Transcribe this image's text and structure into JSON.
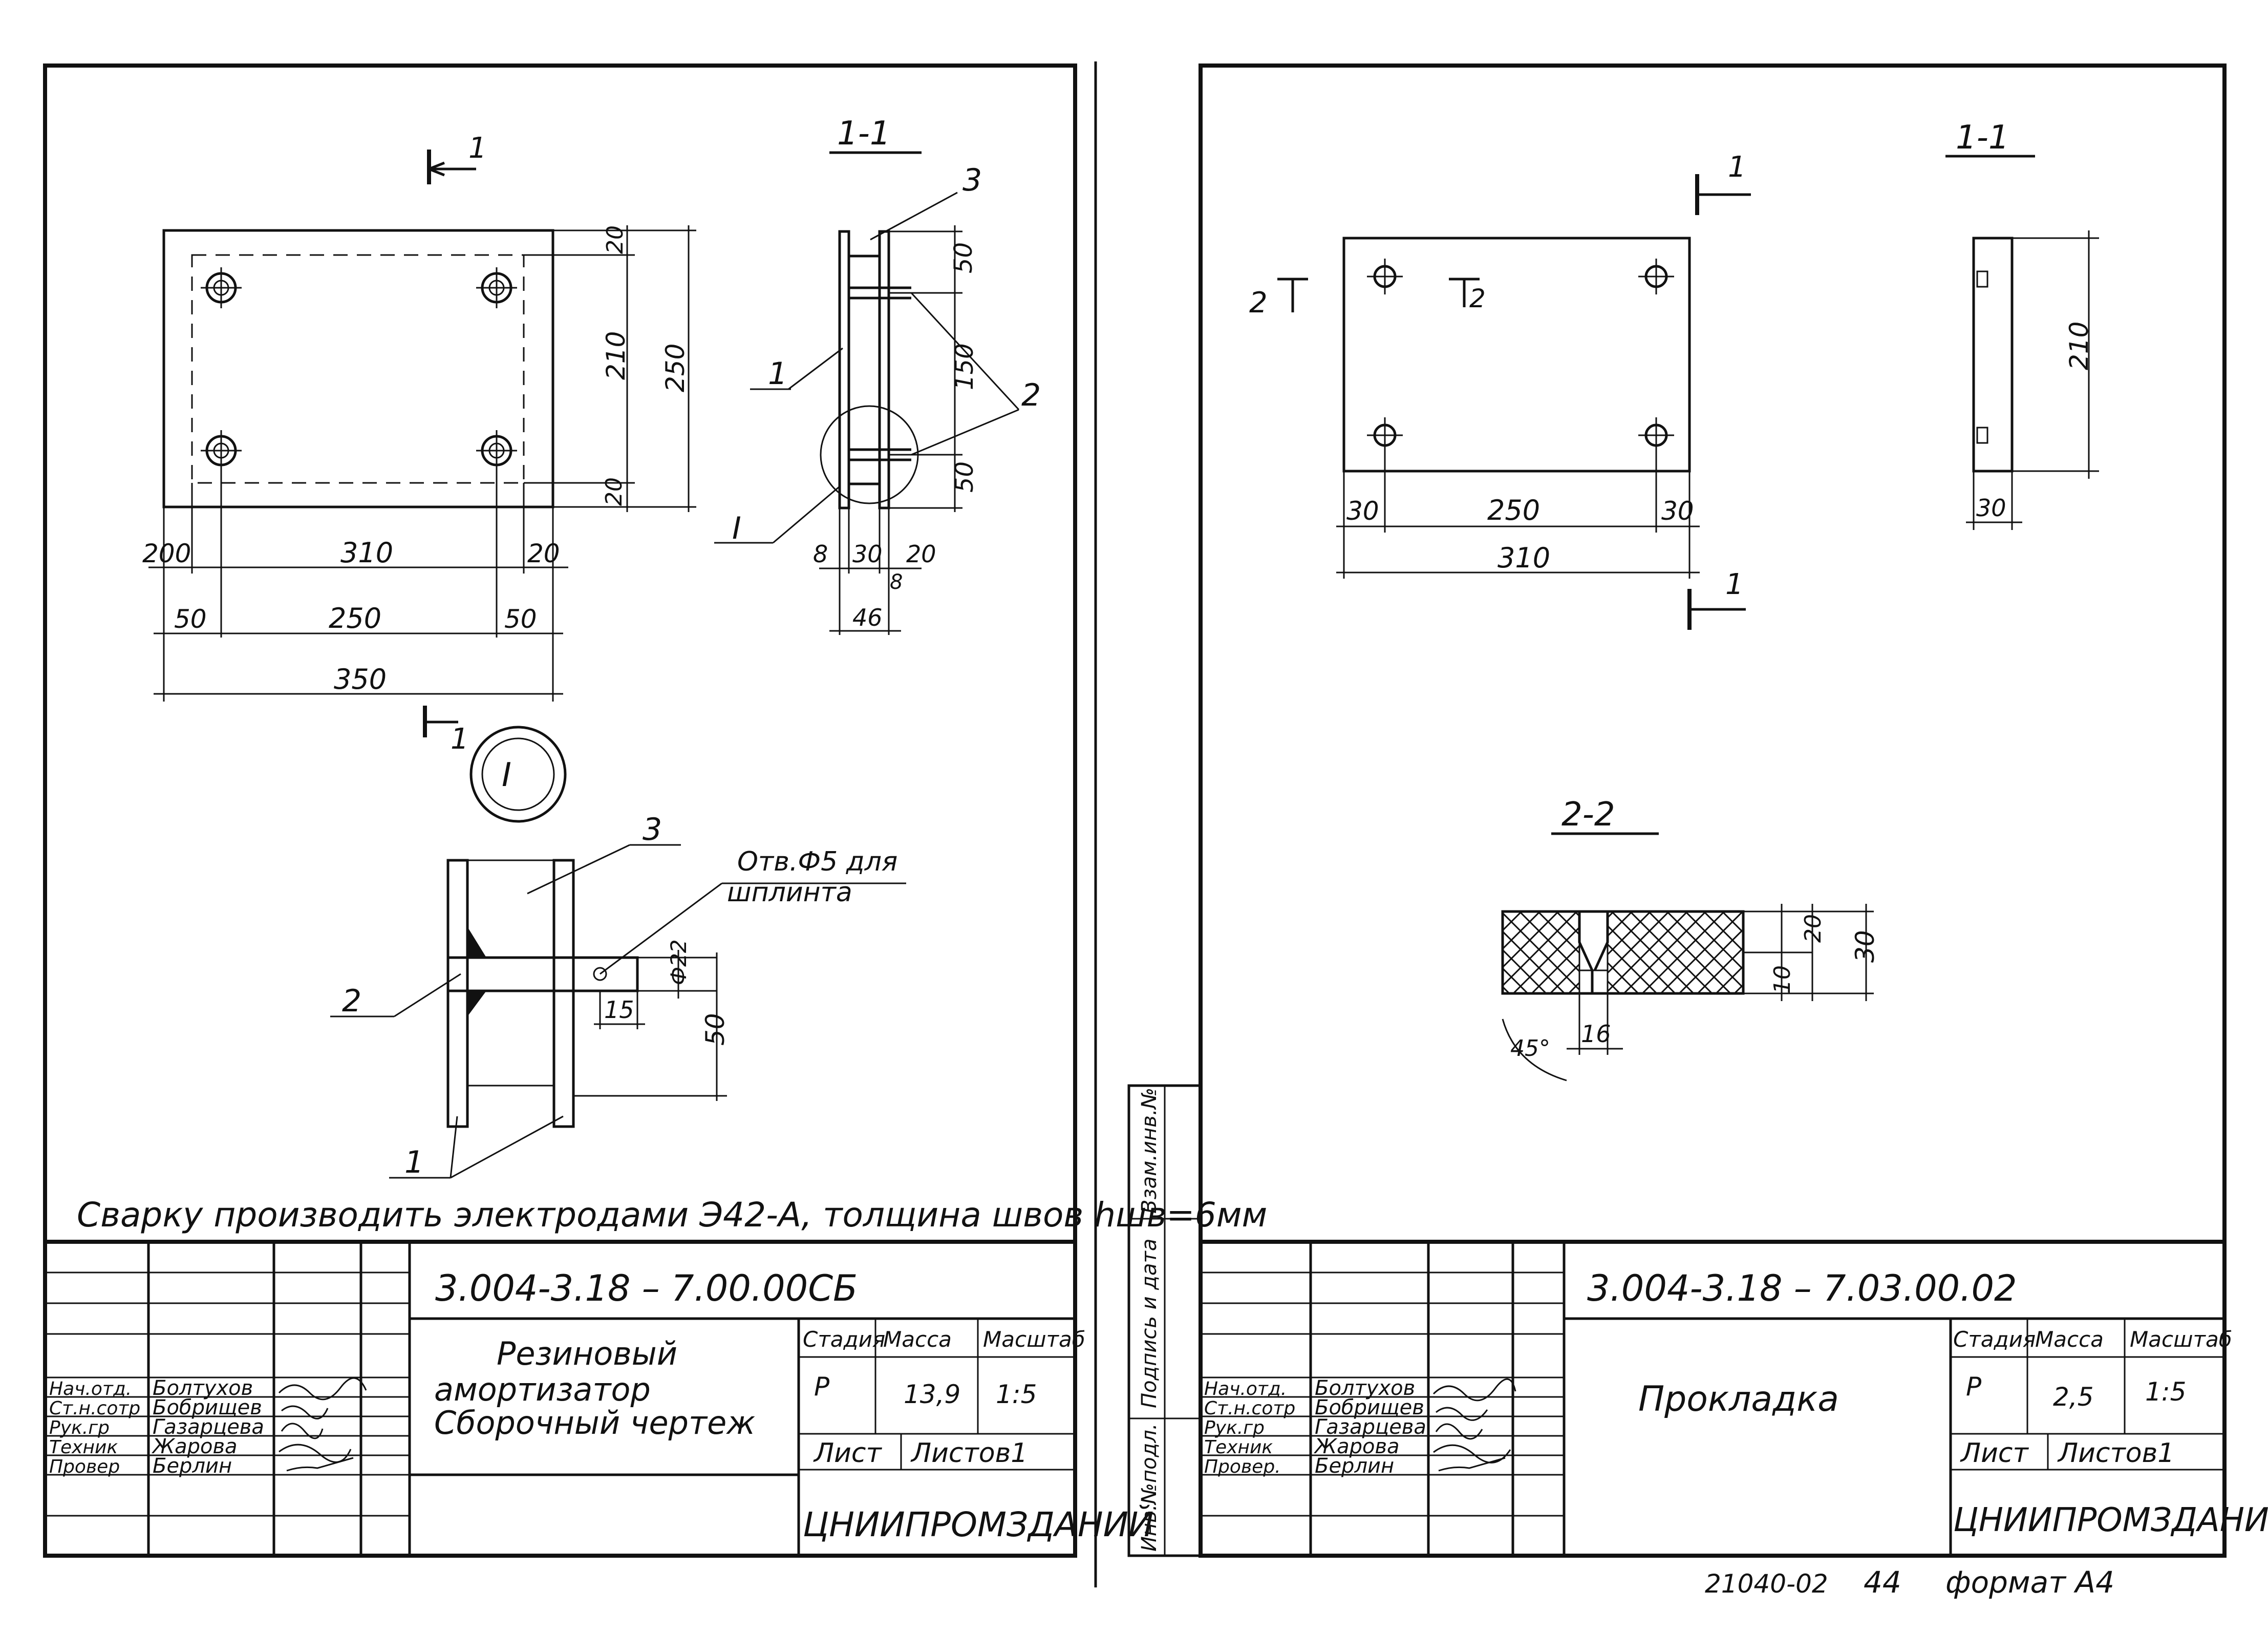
{
  "left_sheet": {
    "plan": {
      "section_mark_top": "1",
      "section_mark_bottom": "1",
      "dims": {
        "right_top": "20",
        "right_mid": "210",
        "right_full": "250",
        "right_bottom": "20",
        "bottom_left": "200",
        "bottom_mid": "310",
        "bottom_right": "20",
        "lower_left": "50",
        "lower_mid": "250",
        "lower_right": "50",
        "overall": "350"
      }
    },
    "section_1_1": {
      "title": "1-1",
      "callouts": [
        "3",
        "1",
        "2",
        "I"
      ],
      "dims": {
        "top": "50",
        "mid": "150",
        "bottom": "50",
        "w1": "8",
        "w2": "30",
        "w3": "20",
        "w4": "8",
        "total": "46"
      }
    },
    "detail_I": {
      "label": "I",
      "callouts": [
        "3",
        "2",
        "1"
      ],
      "note_line1": "Отв.Ф5 для",
      "note_line2": "шплинта",
      "dims": {
        "dia": "Ф22",
        "len": "15",
        "height": "50"
      }
    },
    "welding_note": "Сварку производить электродами Э42-А, толщина швов hшв=6мм",
    "title_block": {
      "doc_code": "3.004-3.18 – 7.00.00СБ",
      "name_line1": "Резиновый",
      "name_line2": "амортизатор",
      "name_line3": "Сборочный чертеж",
      "col_stage": "Стадия",
      "col_mass": "Масса",
      "col_scale": "Масштаб",
      "stage": "Р",
      "mass": "13,9",
      "scale": "1:5",
      "sheet": "Лист",
      "sheets": "Листов1",
      "org": "ЦНИИПРОМЗДАНИЙ",
      "roles": [
        "Нач.отд.",
        "Ст.н.сотр",
        "Рук.гр",
        "Техник",
        "Провер"
      ],
      "names": [
        "Болтухов",
        "Бобрищев",
        "Газарцева",
        "Жарова",
        "Берлин"
      ]
    }
  },
  "right_sheet": {
    "plan": {
      "section_mark_top": "1",
      "section_mark_bottom": "1",
      "mark_2_left": "2",
      "mark_2_inner": "2",
      "dims": {
        "left": "30",
        "mid": "250",
        "right": "30",
        "overall": "310"
      }
    },
    "section_1_1": {
      "title": "1-1",
      "height": "210",
      "width": "30"
    },
    "section_2_2": {
      "title": "2-2",
      "dims": {
        "h1": "10",
        "h2": "20",
        "h_total": "30",
        "hole": "16",
        "angle": "45°"
      }
    },
    "side_stamp": {
      "col1": "Инв.№подл.",
      "col2": "Подпись и дата",
      "col3": "Взам.инв.№"
    },
    "title_block": {
      "doc_code": "3.004-3.18 – 7.03.00.02",
      "name": "Прокладка",
      "col_stage": "Стадия",
      "col_mass": "Масса",
      "col_scale": "Масштаб",
      "stage": "Р",
      "mass": "2,5",
      "scale": "1:5",
      "sheet": "Лист",
      "sheets": "Листов1",
      "org": "ЦНИИПРОМЗДАНИЙ",
      "roles": [
        "Нач.отд.",
        "Ст.н.сотр",
        "Рук.гр",
        "Техник",
        "Провер."
      ],
      "names": [
        "Болтухов",
        "Бобрищев",
        "Газарцева",
        "Жарова",
        "Берлин"
      ]
    }
  },
  "footer": {
    "code": "21040-02",
    "page": "44",
    "format": "формат А4"
  }
}
